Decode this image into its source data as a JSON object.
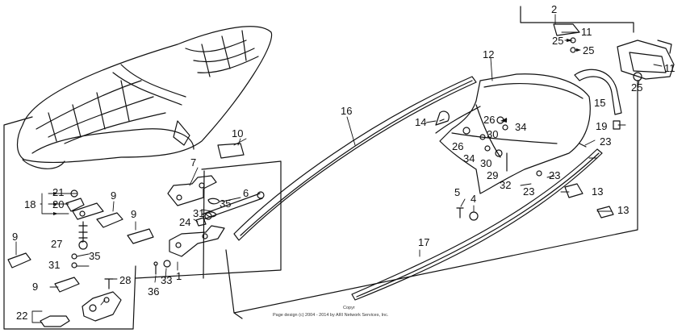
{
  "diagram": {
    "callouts": [
      {
        "id": "c2",
        "text": "2"
      },
      {
        "id": "c11a",
        "text": "11"
      },
      {
        "id": "c25a",
        "text": "25"
      },
      {
        "id": "c25b",
        "text": "25"
      },
      {
        "id": "c11b",
        "text": "11"
      },
      {
        "id": "c25c",
        "text": "25"
      },
      {
        "id": "c12",
        "text": "12"
      },
      {
        "id": "c15",
        "text": "15"
      },
      {
        "id": "c16",
        "text": "16"
      },
      {
        "id": "c14",
        "text": "14"
      },
      {
        "id": "c26a",
        "text": "26"
      },
      {
        "id": "c34a",
        "text": "34"
      },
      {
        "id": "c30a",
        "text": "30"
      },
      {
        "id": "c19",
        "text": "19"
      },
      {
        "id": "c26b",
        "text": "26"
      },
      {
        "id": "c34b",
        "text": "34"
      },
      {
        "id": "c30b",
        "text": "30"
      },
      {
        "id": "c29",
        "text": "29"
      },
      {
        "id": "c23a",
        "text": "23"
      },
      {
        "id": "c23b",
        "text": "23"
      },
      {
        "id": "c32",
        "text": "32"
      },
      {
        "id": "c23c",
        "text": "23"
      },
      {
        "id": "c13a",
        "text": "13"
      },
      {
        "id": "c13b",
        "text": "13"
      },
      {
        "id": "c5",
        "text": "5"
      },
      {
        "id": "c4",
        "text": "4"
      },
      {
        "id": "c10",
        "text": "10"
      },
      {
        "id": "c7",
        "text": "7"
      },
      {
        "id": "c6",
        "text": "6"
      },
      {
        "id": "c35a",
        "text": "35"
      },
      {
        "id": "c21",
        "text": "21"
      },
      {
        "id": "c18",
        "text": "18"
      },
      {
        "id": "c20",
        "text": "20"
      },
      {
        "id": "c9a",
        "text": "9"
      },
      {
        "id": "c9b",
        "text": "9"
      },
      {
        "id": "c31a",
        "text": "31"
      },
      {
        "id": "c24",
        "text": "24"
      },
      {
        "id": "c9c",
        "text": "9"
      },
      {
        "id": "c27",
        "text": "27"
      },
      {
        "id": "c35b",
        "text": "35"
      },
      {
        "id": "c31b",
        "text": "31"
      },
      {
        "id": "c17",
        "text": "17"
      },
      {
        "id": "c1",
        "text": "1"
      },
      {
        "id": "c33",
        "text": "33"
      },
      {
        "id": "c36",
        "text": "36"
      },
      {
        "id": "c28",
        "text": "28"
      },
      {
        "id": "c9d",
        "text": "9"
      },
      {
        "id": "c22",
        "text": "22"
      }
    ],
    "copyright_line1": "Copyr",
    "copyright_line2": "Page design (c) 2004 - 2014 by ARI Network Services, Inc."
  }
}
